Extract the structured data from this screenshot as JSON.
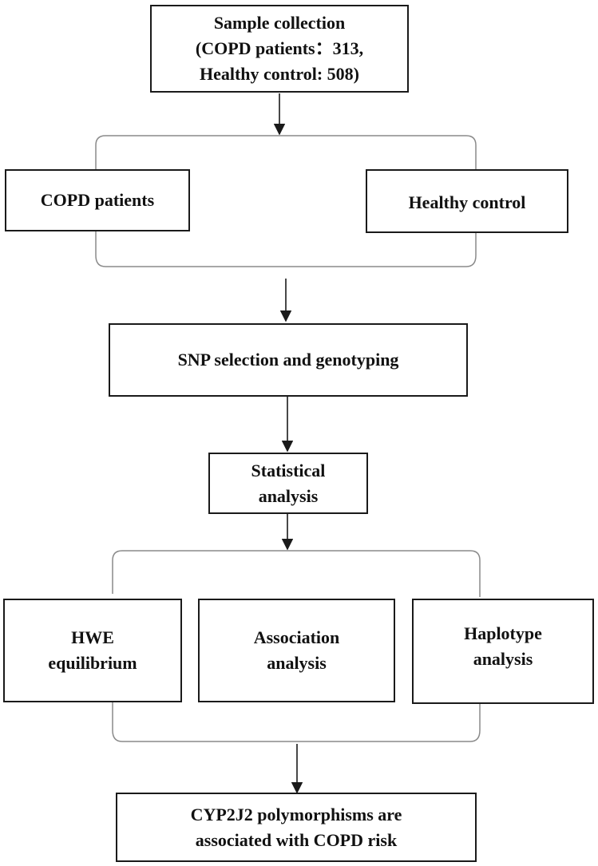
{
  "nodes": {
    "sample_collection": {
      "lines": [
        "Sample collection",
        "(COPD patients：313,",
        "Healthy control: 508)"
      ]
    },
    "copd_patients": {
      "lines": [
        "COPD patients"
      ]
    },
    "healthy_control": {
      "lines": [
        "Healthy control"
      ]
    },
    "snp_selection": {
      "lines": [
        "SNP selection and genotyping"
      ]
    },
    "statistical_analysis": {
      "lines": [
        "Statistical",
        "analysis"
      ]
    },
    "hwe_equilibrium": {
      "lines": [
        "HWE",
        "equilibrium"
      ]
    },
    "association_analysis": {
      "lines": [
        "Association",
        "analysis"
      ]
    },
    "haplotype_analysis": {
      "lines": [
        "Haplotype",
        "analysis"
      ]
    },
    "conclusion": {
      "lines": [
        "CYP2J2 polymorphisms are",
        "associated with COPD risk"
      ]
    }
  },
  "colors": {
    "stroke": "#1a1a1a",
    "bracket": "#8a8a8a",
    "text": "#111111",
    "background": "#ffffff"
  }
}
